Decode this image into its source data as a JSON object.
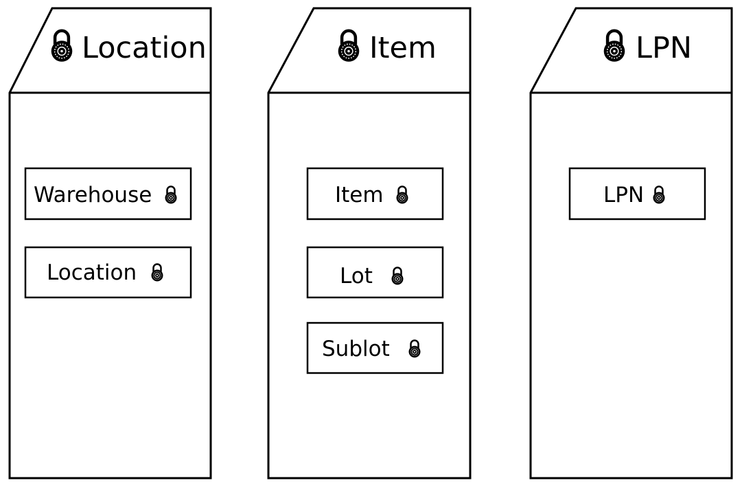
{
  "colors": {
    "stroke": "#000000",
    "background": "#ffffff"
  },
  "icon": "combination-lock-icon",
  "columns": [
    {
      "header": "Location",
      "items": [
        "Warehouse",
        "Location"
      ]
    },
    {
      "header": "Item",
      "items": [
        "Item",
        "Lot",
        "Sublot"
      ]
    },
    {
      "header": "LPN",
      "items": [
        "LPN"
      ]
    }
  ]
}
